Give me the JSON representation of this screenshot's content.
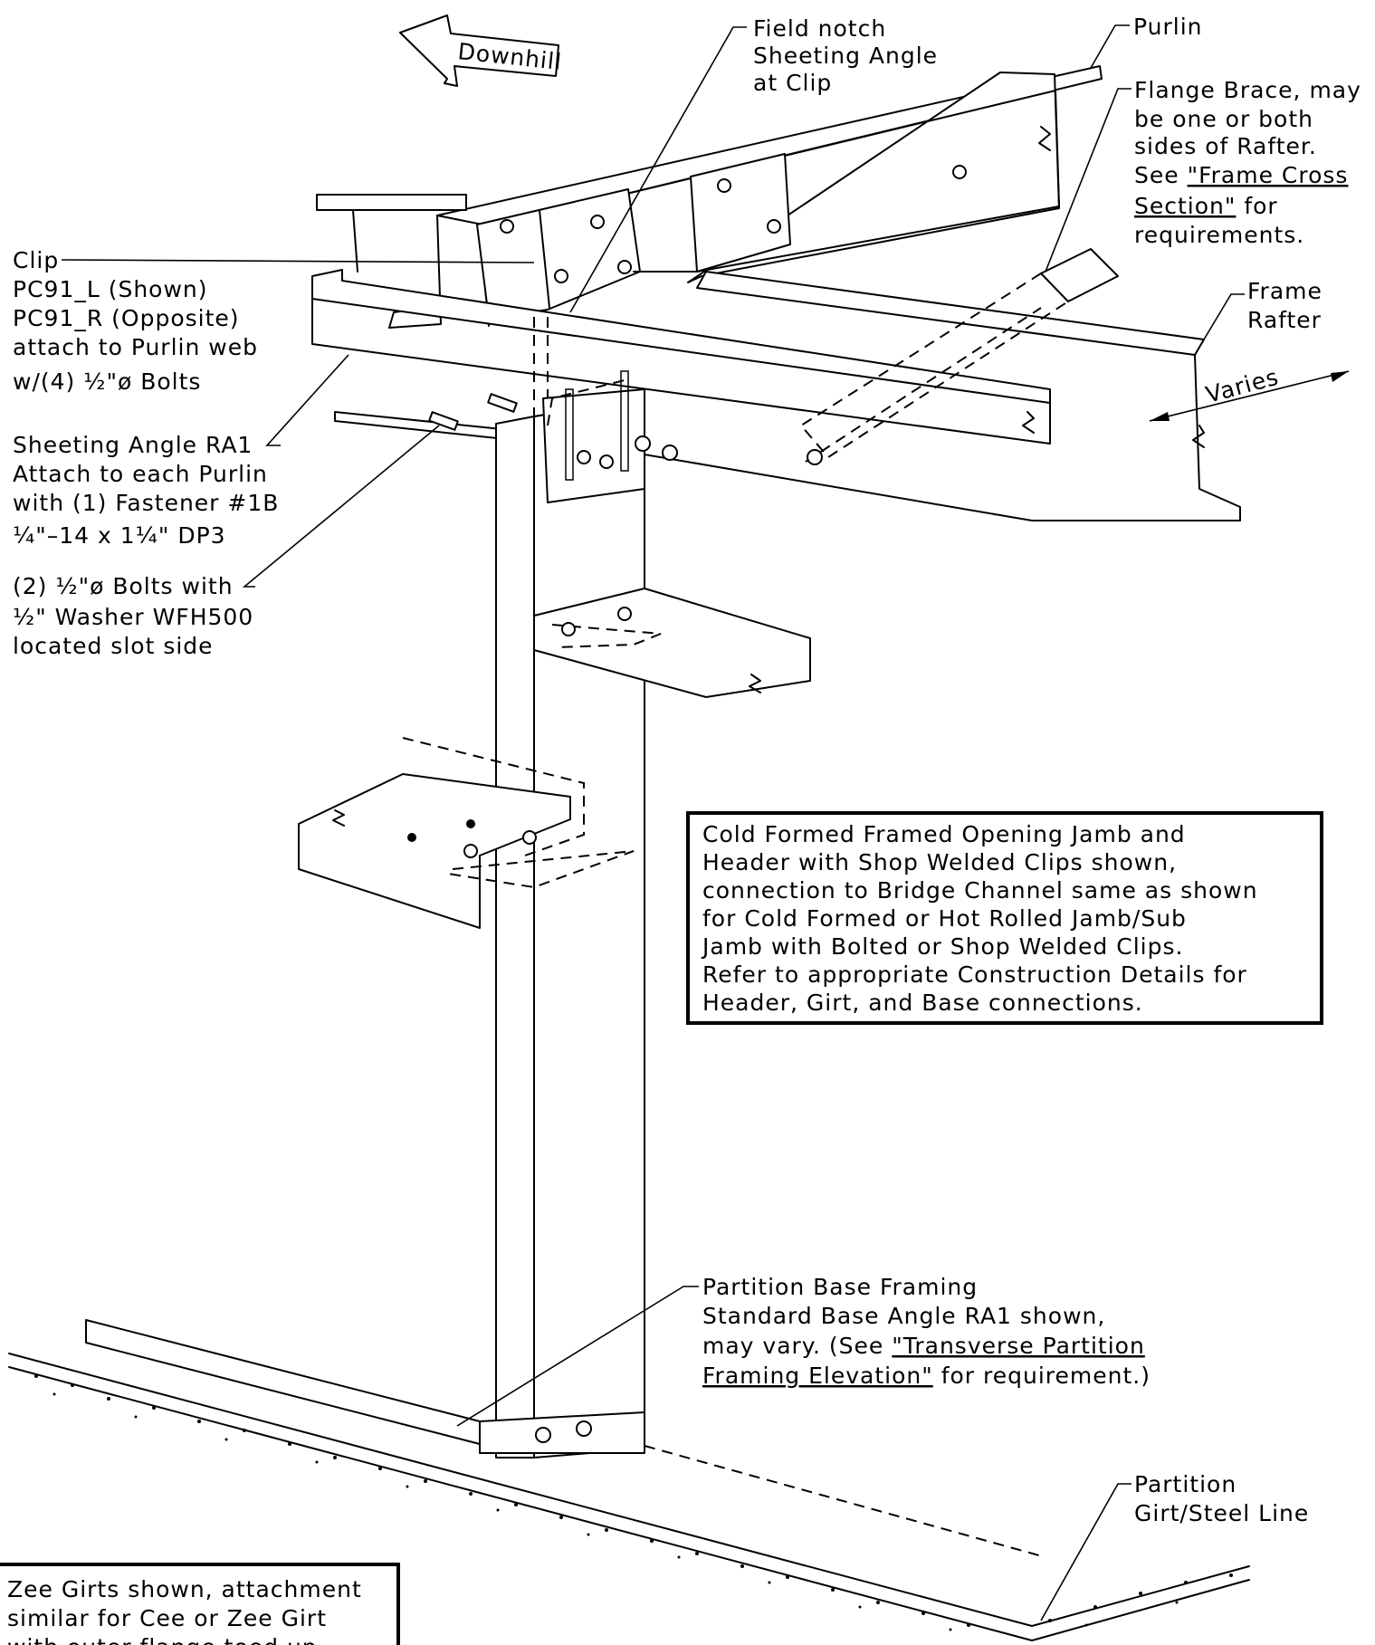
{
  "arrow": {
    "label": "Downhill"
  },
  "labels": {
    "field_notch": [
      "Field notch",
      "Sheeting Angle",
      "at Clip"
    ],
    "purlin": "Purlin",
    "flange_brace": [
      "Flange Brace, may",
      "be one or both",
      "sides of Rafter.",
      "See ",
      "\"Frame Cross",
      "Section\"",
      " for",
      "requirements."
    ],
    "clip": [
      "Clip",
      "PC91_L (Shown)",
      "PC91_R (Opposite)",
      "attach to Purlin web",
      "w/(4) ½\"ø Bolts"
    ],
    "frame_rafter": [
      "Frame",
      "Rafter"
    ],
    "varies": "Varies",
    "sheeting_angle": [
      "Sheeting Angle RA1",
      "Attach to each Purlin",
      "with (1) Fastener #1B",
      "¼\"–14 x 1¼\" DP3"
    ],
    "bolts": [
      "(2) ½\"ø Bolts with",
      "½\" Washer WFH500",
      "located slot side"
    ],
    "partition_base": [
      "Partition Base Framing",
      "Standard Base Angle RA1 shown,",
      "may vary. (See ",
      "\"Transverse Partition",
      "Framing Elevation\"",
      " for requirement.)"
    ],
    "partition_girt": [
      "Partition",
      "Girt/Steel Line"
    ]
  },
  "notes": {
    "cold_formed": [
      "Cold Formed Framed Opening Jamb and",
      "Header with Shop Welded Clips shown,",
      "connection to Bridge Channel same as shown",
      "for Cold Formed or Hot Rolled Jamb/Sub",
      "Jamb with Bolted or Shop Welded Clips.",
      "Refer to appropriate Construction Details for",
      "Header, Girt, and Base connections."
    ],
    "zee_girts": [
      "Zee Girts shown, attachment",
      "similar for Cee or Zee Girt",
      "with outer flange toed up."
    ]
  }
}
